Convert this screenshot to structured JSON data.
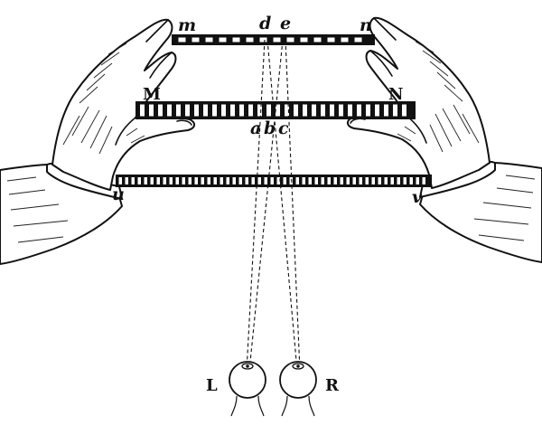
{
  "labels": {
    "m": "m",
    "d": "d",
    "e": "e",
    "n": "n",
    "M": "M",
    "N": "N",
    "a": "a",
    "b": "b",
    "c": "c",
    "u": "u",
    "v": "v",
    "L": "L",
    "R": "R"
  },
  "icons": {
    "left_hand": "left-hand-icon",
    "right_hand": "right-hand-icon",
    "left_eye": "left-eye-icon",
    "right_eye": "right-eye-icon"
  }
}
